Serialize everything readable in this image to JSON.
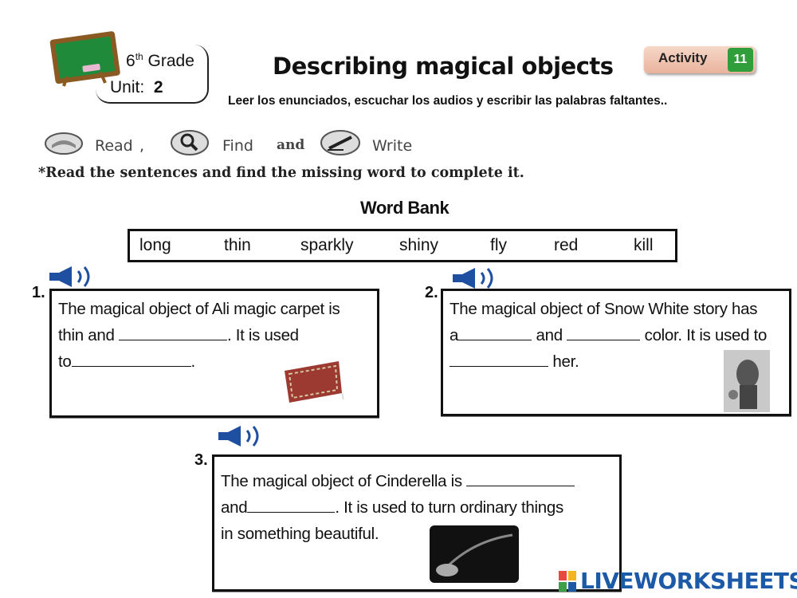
{
  "header": {
    "grade_num": "6",
    "grade_suffix": "th",
    "grade_word": "Grade",
    "unit_label": "Unit:",
    "unit_num": "2",
    "title": "Describing magical objects",
    "subtitle": "Leer los enunciados, escuchar los audios y escribir las palabras faltantes..",
    "activity_label": "Activity",
    "activity_num": "11"
  },
  "instructions": {
    "read": "Read",
    "find": "Find",
    "and": "and",
    "write": "Write",
    "main": "*Read the sentences and  find  the missing word to  complete it."
  },
  "word_bank": {
    "title": "Word Bank",
    "words": [
      "long",
      "thin",
      "sparkly",
      "shiny",
      "fly",
      "red",
      "kill"
    ]
  },
  "exercises": [
    {
      "number": "1.",
      "lines": [
        [
          "The magical object of Ali magic carpet is"
        ],
        [
          "thin and ",
          "",
          ".  It is used"
        ],
        [
          "to",
          "",
          "."
        ]
      ]
    },
    {
      "number": "2.",
      "lines": [
        [
          "The magical object of Snow White story has"
        ],
        [
          "a",
          "",
          " and ",
          "",
          " color. It is used to"
        ],
        [
          "",
          " her."
        ]
      ]
    },
    {
      "number": "3.",
      "lines": [
        [
          "The magical object of Cinderella is ",
          ""
        ],
        [
          "and",
          "",
          ".  It is used to turn ordinary things"
        ],
        [
          "in something beautiful."
        ]
      ]
    }
  ],
  "footer": {
    "brand": "LIVEWORKSHEETS"
  },
  "colors": {
    "board_green": "#1e8a3a",
    "board_frame": "#8a5a22",
    "activity_green": "#2f9e3b",
    "speaker_blue": "#1f4fa0",
    "brand_blue": "#1c5aa8"
  }
}
